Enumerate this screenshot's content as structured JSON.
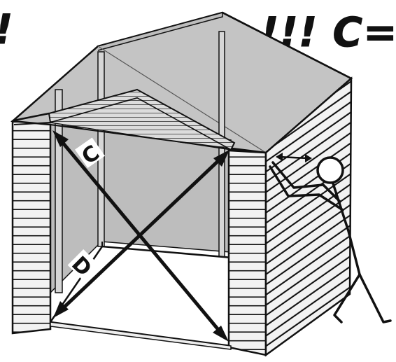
{
  "headline": {
    "left_fragment": "!",
    "right_fragment": "!!! C="
  },
  "diagonals": {
    "c_label": "C",
    "d_label": "D"
  },
  "colors": {
    "ink": "#111111",
    "siding": "#f2f2f2",
    "roof_gray": "#c4c4c4",
    "interior_gray": "#bdbdbd",
    "floor": "#ffffff",
    "background": "#ffffff"
  },
  "icons": [
    "double-arrow-icon",
    "stick-figure-icon"
  ]
}
